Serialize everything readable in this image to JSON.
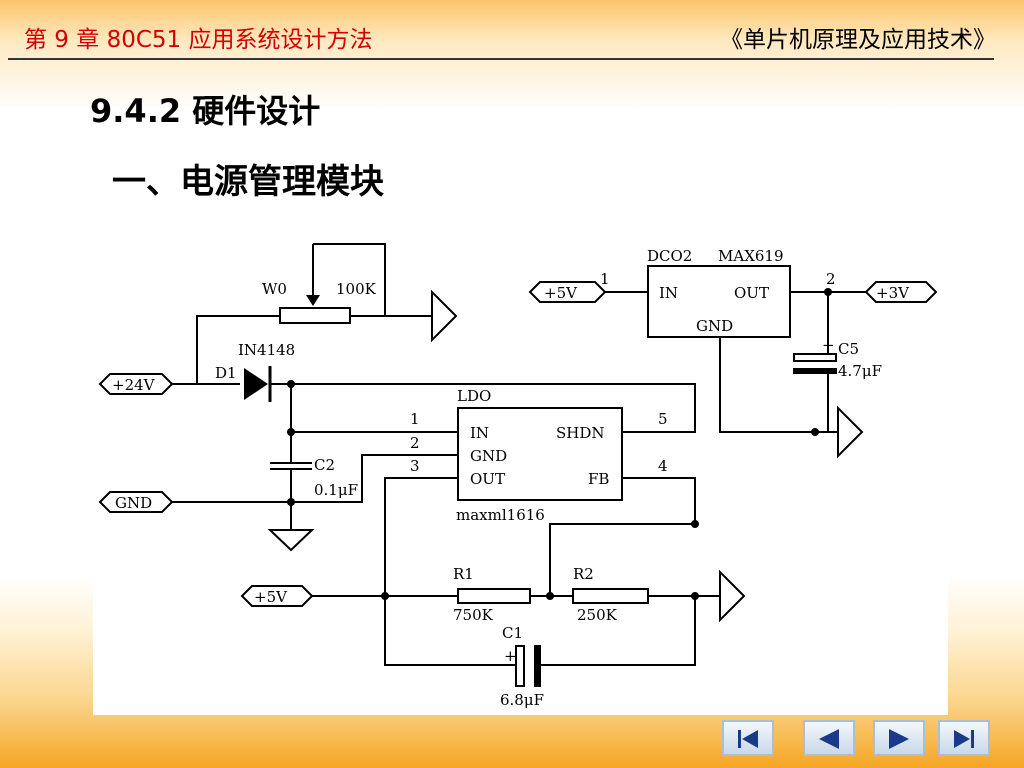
{
  "header": {
    "chapter_title": "第 9 章  80C51 应用系统设计方法",
    "book_title": "《单片机原理及应用技术》"
  },
  "section_heading": "9.4.2  硬件设计",
  "subsection_heading": "一、电源管理模块",
  "schematic": {
    "labels": {
      "w0": "W0",
      "r100k": "100K",
      "in4148": "IN4148",
      "d1": "D1",
      "plus24v": "+24V",
      "gnd_port": "GND",
      "c2": "C2",
      "c2_val": "0.1μF",
      "ldo": "LDO",
      "ldo_in": "IN",
      "ldo_gnd": "GND",
      "ldo_out": "OUT",
      "ldo_shdn": "SHDN",
      "ldo_fb": "FB",
      "maxml1616": "maxml1616",
      "pin1": "1",
      "pin2": "2",
      "pin3": "3",
      "pin4": "4",
      "pin5": "5",
      "plus5v_a": "+5V",
      "plus5v_b": "+5V",
      "plus3v": "+3V",
      "dco2": "DCO2",
      "max619": "MAX619",
      "dc_in": "IN",
      "dc_out": "OUT",
      "dc_gnd": "GND",
      "dc_pin1": "1",
      "dc_pin2": "2",
      "c5": "C5",
      "c5_val": "4.7μF",
      "r1": "R1",
      "r1_val": "750K",
      "r2": "R2",
      "r2_val": "250K",
      "c1": "C1",
      "c1_val": "6.8μF",
      "plus_c5": "+",
      "plus_c1": "+"
    }
  },
  "navigation": {
    "first": "first-slide",
    "prev": "previous-slide",
    "next": "next-slide",
    "last": "last-slide"
  }
}
